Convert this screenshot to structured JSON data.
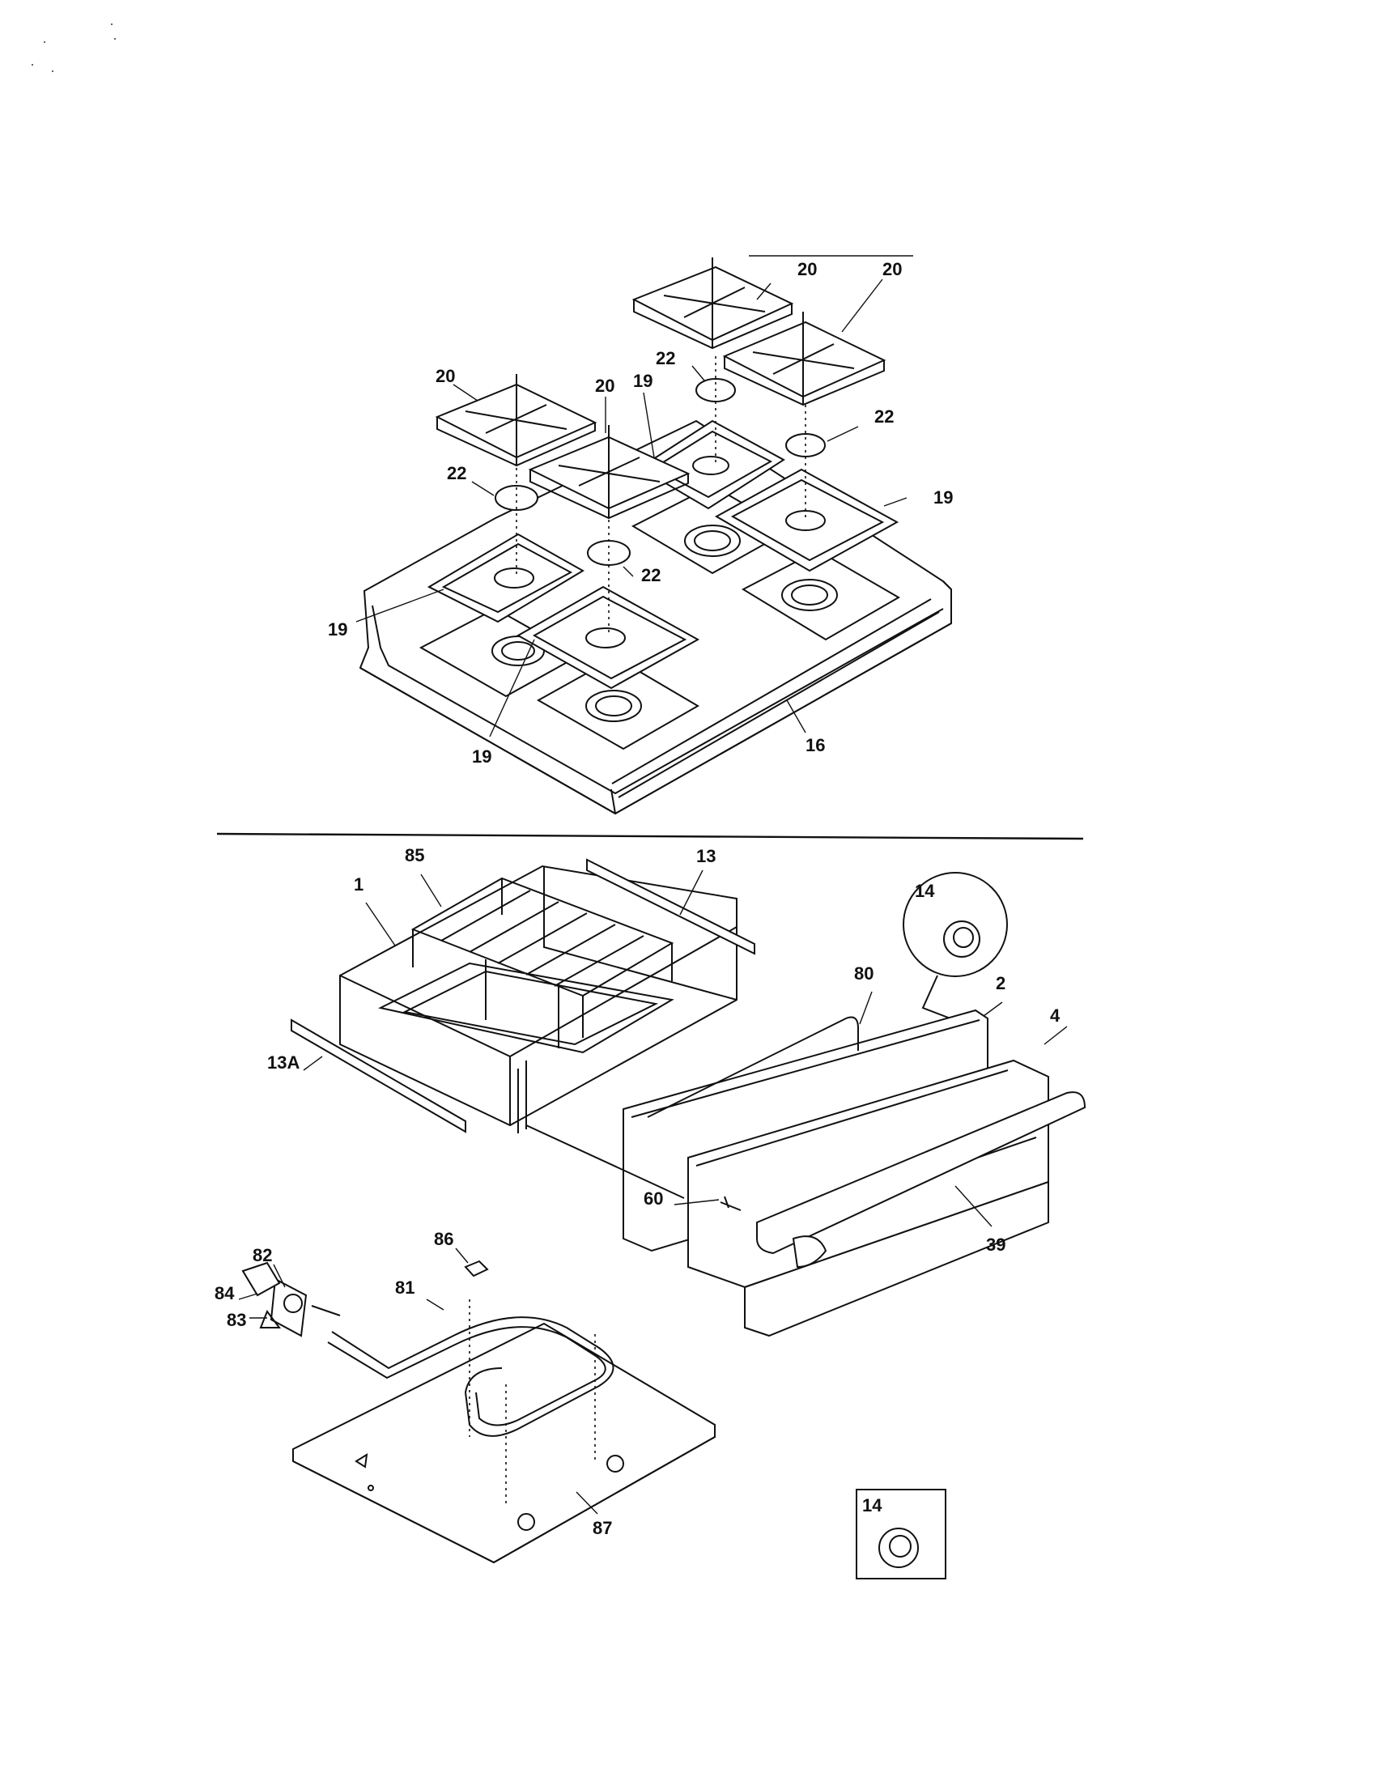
{
  "labels": {
    "top_grate_a": "20",
    "top_grate_b": "20",
    "top_grate_c": "20",
    "top_grate_d": "20",
    "cap_a": "22",
    "cap_b": "22",
    "cap_c": "22",
    "cap_d": "22",
    "pan_a": "19",
    "pan_b": "19",
    "pan_c": "19",
    "pan_d": "19",
    "cooktop": "16",
    "oven_liner": "1",
    "oven_rack": "85",
    "rail_right": "13",
    "rail_left": "13A",
    "foot_detail": "14",
    "foot_box": "14",
    "bracket": "80",
    "door_inner": "2",
    "door_outer": "4",
    "handle": "39",
    "screw": "60",
    "valve": "82",
    "valve_nut": "84",
    "valve_bracket": "83",
    "clip": "86",
    "element": "81",
    "bottom_panel": "87"
  }
}
